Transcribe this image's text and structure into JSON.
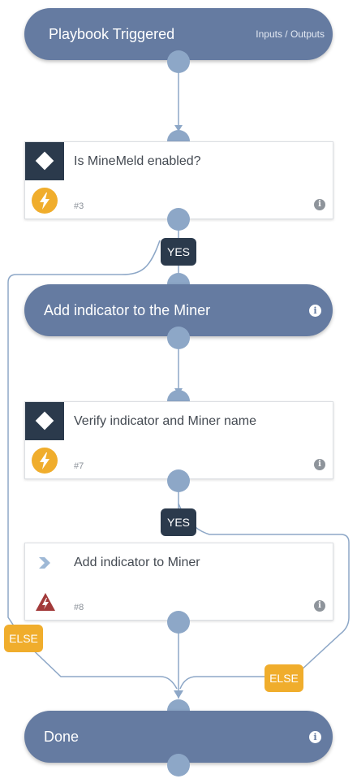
{
  "start": {
    "title": "Playbook Triggered",
    "io_label": "Inputs / Outputs"
  },
  "task3": {
    "title": "Is MineMeld enabled?",
    "id": "#3"
  },
  "task_add_miner": {
    "title": "Add indicator to the Miner"
  },
  "task7": {
    "title": "Verify indicator and Miner name",
    "id": "#7"
  },
  "task8": {
    "title": "Add indicator to Miner",
    "id": "#8"
  },
  "done": {
    "title": "Done"
  },
  "labels": {
    "yes": "YES",
    "else": "ELSE",
    "info": "i"
  },
  "colors": {
    "node": "#657ba1",
    "condition": "#2b3a4c",
    "connector": "#8da7c7",
    "else_tag": "#f0ad2c",
    "error": "#a23a3a"
  },
  "icons": {
    "condition": "diamond-icon",
    "automation": "lightning-bolt-icon",
    "chevron": "chevron-right-icon",
    "error": "warning-bolt-icon",
    "info": "info-icon"
  }
}
